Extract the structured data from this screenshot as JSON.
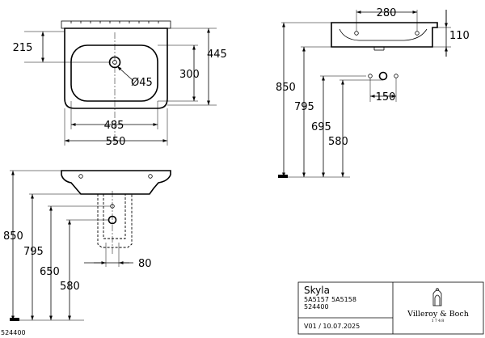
{
  "front_view": {
    "dim_215": "215",
    "dim_445": "445",
    "dim_300": "300",
    "dim_45": "Ø45",
    "dim_485": "485",
    "dim_550": "550"
  },
  "side_view": {
    "dim_280": "280",
    "dim_110": "110",
    "dim_850": "850",
    "dim_795": "795",
    "dim_695": "695",
    "dim_580": "580",
    "dim_150": "150"
  },
  "elevation_view": {
    "dim_850": "850",
    "dim_795": "795",
    "dim_650": "650",
    "dim_580": "580",
    "dim_80": "80"
  },
  "title_block": {
    "product": "Skyla",
    "article_1": "5A5157",
    "article_2": "5A5158",
    "article_3": "524400",
    "version": "V01 / 10.07.2025",
    "brand": "Villeroy & Boch",
    "brand_year": "1748"
  },
  "drawing_number": "524400"
}
